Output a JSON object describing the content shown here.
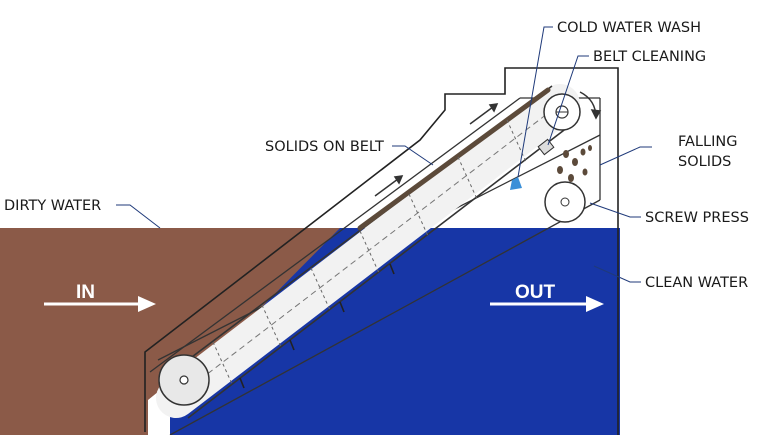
{
  "labels": {
    "cold_water_wash": "COLD WATER WASH",
    "belt_cleaning": "BELT CLEANING",
    "solids_on_belt": "SOLIDS ON BELT",
    "falling_solids_line1": "FALLING",
    "falling_solids_line2": "SOLIDS",
    "dirty_water": "DIRTY WATER",
    "screw_press": "SCREW PRESS",
    "clean_water": "CLEAN WATER",
    "in": "IN",
    "out": "OUT"
  },
  "colors": {
    "dirty_water": "#8b5a48",
    "clean_water": "#1736a6",
    "belt_solids": "#5c4a3a",
    "housing_stroke": "#333333",
    "leader_line": "#1f3a7a",
    "background": "#ffffff"
  }
}
